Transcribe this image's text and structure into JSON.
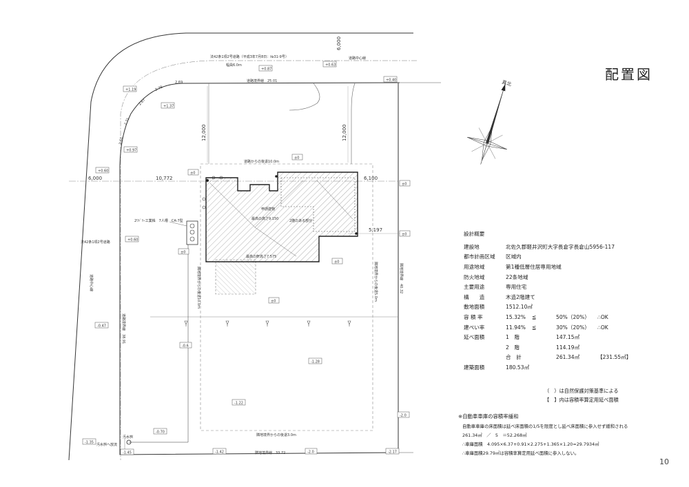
{
  "title": "配置図",
  "page_number": "10",
  "north_label": "真北",
  "road_label": "法42条1項2号道路（平成3年7月8日：№31-9号）",
  "road_width": "幅員6.0m",
  "road_centerline": "道路中心線",
  "road_boundary": "道路境界線　25.01",
  "west_road_label": "法42条1項2号道路",
  "west_centerline": "道路中心線",
  "west_boundary": "道路境界線　38.91",
  "setback_road": "道路からの後退10.0m",
  "setback_west": "隣地境界からの後退10.0m",
  "setback_east": "隣地境界からの後退5.0m",
  "setback_south": "隣地境界からの後退3.0m",
  "south_boundary": "隣地境界線　33.72",
  "east_boundary": "隣地境界線　40.32",
  "building_label": "申請建物",
  "max_height": "最高の高さ9.150",
  "two_story": "2階のある部分",
  "eave_height": "最高の軒高さ7.575",
  "water_meter": "2ﾜﾄﾞﾘｰ工業株　7人槽　CA-7型",
  "sewer_label": "汚水桝",
  "sewer_outlet": "汚水桝へ放流",
  "dims": {
    "d6000_top": "6,000",
    "d12000_a": "12,000",
    "d12000_b": "12,000",
    "d6000_left": "6,000",
    "d10772": "10,772",
    "d6100": "6,100",
    "d5197": "5,197",
    "c261": "2.61",
    "c271": "2.71",
    "c267": "2.67",
    "c278": "2.78",
    "c269": "2.69"
  },
  "levels": {
    "l087": "+0.87",
    "l063": "+0.63",
    "l040": "+0.40",
    "l119": "+1.19",
    "l137": "+1.37",
    "l097": "+0.97",
    "l060a": "+0.60",
    "l000a": "±0",
    "l000b": "±0",
    "l000c": "±0",
    "l000d": "±0",
    "l000e": "±0",
    "l000f": "±0",
    "l000g": "±0",
    "l060b": "+0.60",
    "l047": "-0.47",
    "l06": "-0.6",
    "l128": "-1.28",
    "l122": "-1.22",
    "l070": "-0.70",
    "l135": "-1.35",
    "l145": "-1.45",
    "l142": "-1.42",
    "l20a": "-2.0",
    "l20b": "-2.0",
    "l217": "-2.17"
  },
  "overview": {
    "heading": "設計概要",
    "rows": [
      {
        "k": "建設地",
        "v": "北佐久郡軽井沢町大字長倉字長倉山5956-117"
      },
      {
        "k": "都市計画区域",
        "v": "区域内"
      },
      {
        "k": "用途地域",
        "v": "第1種低層住居専用地域"
      },
      {
        "k": "防火地域",
        "v": "22条地域"
      },
      {
        "k": "主要用途",
        "v": "専用住宅"
      },
      {
        "k": "構　　造",
        "v": "木造2階建て"
      },
      {
        "k": "敷地面積",
        "v": "1512.10㎡"
      }
    ],
    "far": {
      "k": "容 積 率",
      "a": "15.32%",
      "b": "≦",
      "c": "50%（20%）",
      "d": "∴OK"
    },
    "bcr": {
      "k": "建ぺい率",
      "a": "11.94%",
      "b": "≦",
      "c": "30%（20%）",
      "d": "∴OK"
    },
    "floor_label": "延べ面積",
    "floor_rows": [
      {
        "a": "1　階",
        "b": "147.15㎡",
        "c": ""
      },
      {
        "a": "2　階",
        "b": "114.19㎡",
        "c": ""
      },
      {
        "a": "合　計",
        "b": "261.34㎡",
        "c": "【231.55㎡】"
      }
    ],
    "building_area": {
      "k": "建築面積",
      "v": "180.53㎡"
    }
  },
  "notes": {
    "n1": "（　）は自然保護対策基準による",
    "n2": "【　】内は容積率算定用延べ面積"
  },
  "relief": {
    "heading": "※自動車車庫の容積率緩和",
    "l1": "自動車車庫の床面積は延べ床面積の1/5を限度とし延べ床面積に参入せず緩和される",
    "l2": "261.34㎡　／　5　＝52.268㎡",
    "l3": "∴車庫面積　4.095×6.37+0.91×2.275+1.365×1.20=29.7934㎡",
    "l4": "∴車庫面積29.79㎡は容積率算定用延べ面積に参入しない。"
  }
}
